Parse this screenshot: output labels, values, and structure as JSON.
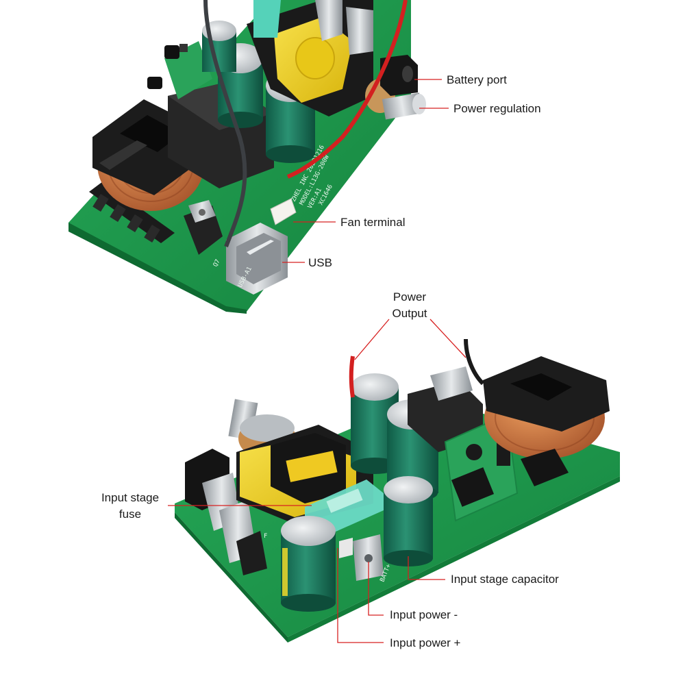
{
  "colors": {
    "board": "#1f9a4e",
    "board_dark": "#137a3a",
    "capacitor": "#1e7a62",
    "capacitor_top": "#c9ced2",
    "transformer_yellow": "#f2d21a",
    "copper": "#c7733a",
    "fuse": "#63d8c2",
    "leader": "#d72020",
    "black_plastic": "#1b1b1b",
    "metal": "#b8bcc0"
  },
  "labels": {
    "battery_port": "Battery port",
    "power_regulation": "Power regulation",
    "fan_terminal": "Fan terminal",
    "usb": "USB",
    "power_output_line1": "Power",
    "power_output_line2": "Output",
    "input_fuse_line1": "Input stage",
    "input_fuse_line2": "fuse",
    "input_capacitor": "Input stage capacitor",
    "input_power_minus": "Input power -",
    "input_power_plus": "Input power +"
  },
  "board_markings": {
    "top_silk_1": "ZHEL INC 20201216",
    "top_silk_2": "MODEL:L13G-200W",
    "top_silk_3": "VER:A1",
    "top_silk_4": "XC1646",
    "top_silk_usb": "USB-A1",
    "top_silk_q7": "Q7",
    "bottom_silk_batt": "BATT+",
    "bottom_silk_f": "F"
  }
}
